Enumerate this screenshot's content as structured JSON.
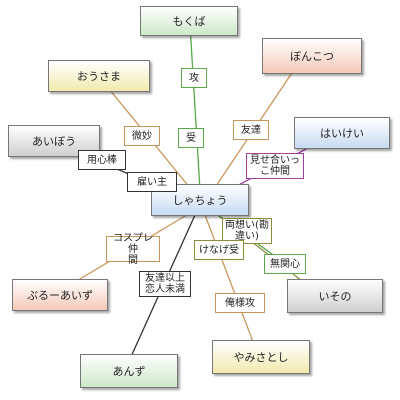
{
  "center": {
    "label": "しゃちょう",
    "style": "blue"
  },
  "characters": [
    {
      "id": "mokuba",
      "label": "もくば",
      "style": "green"
    },
    {
      "id": "ousama",
      "label": "おうさま",
      "style": "yellow"
    },
    {
      "id": "bonkotsu",
      "label": "ぼんこつ",
      "style": "orange"
    },
    {
      "id": "aibou",
      "label": "あいぼう",
      "style": "gray"
    },
    {
      "id": "haikei",
      "label": "はいけい",
      "style": "blue"
    },
    {
      "id": "buruaizu",
      "label": "ぶるーあいず",
      "style": "orange"
    },
    {
      "id": "isono",
      "label": "いその",
      "style": "gray"
    },
    {
      "id": "anzu",
      "label": "あんず",
      "style": "green"
    },
    {
      "id": "yamisatoshi",
      "label": "やみさとし",
      "style": "yellow"
    }
  ],
  "relations": [
    {
      "id": "kou",
      "label": "攻",
      "target": "mokuba",
      "color": "green"
    },
    {
      "id": "uke",
      "label": "受",
      "target": "mokuba",
      "color": "green"
    },
    {
      "id": "bimyou",
      "label": "微妙",
      "target": "ousama",
      "color": "tan"
    },
    {
      "id": "tomodachi",
      "label": "友達",
      "target": "bonkotsu",
      "color": "tan"
    },
    {
      "id": "youjinbou",
      "label": "用心棒",
      "target": "aibou",
      "color": "dark"
    },
    {
      "id": "yatoinushi",
      "label": "雇い主",
      "target": "aibou",
      "color": "dark"
    },
    {
      "id": "miseai",
      "label": "見せ合いっ\nこ仲間",
      "target": "haikei",
      "color": "purple"
    },
    {
      "id": "ryouomoi",
      "label": "両想い(勘\n違い)",
      "target": "isono",
      "color": "olive"
    },
    {
      "id": "kenageuke",
      "label": "けなげ受",
      "target": "isono",
      "color": "olive"
    },
    {
      "id": "mukanshin",
      "label": "無関心",
      "target": "isono",
      "color": "green"
    },
    {
      "id": "cosplay",
      "label": "コスプレ仲\n間",
      "target": "buruaizu",
      "color": "tan"
    },
    {
      "id": "yuujou",
      "label": "友達以上\n恋人未満",
      "target": "anzu",
      "color": "dark"
    },
    {
      "id": "orezama",
      "label": "俺様攻",
      "target": "yamisatoshi",
      "color": "tan"
    }
  ],
  "colors": {
    "green": "#5aa84a",
    "tan": "#c8965a",
    "dark": "#333333",
    "purple": "#a040a0",
    "olive": "#8c8c3c"
  }
}
